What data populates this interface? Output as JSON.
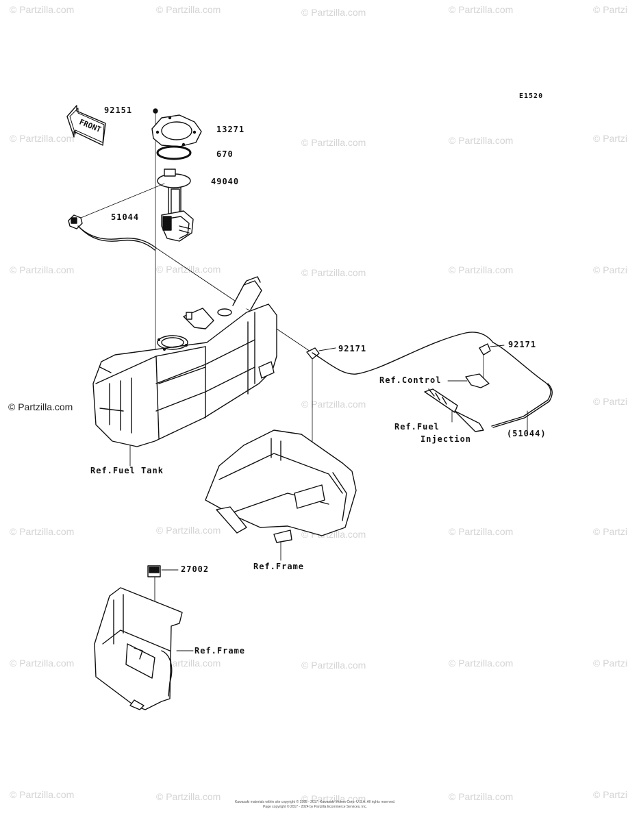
{
  "diagram_code": "E1520",
  "front_label": "FRONT",
  "parts": {
    "p92151": "92151",
    "p13271": "13271",
    "p670": "670",
    "p49040": "49040",
    "p51044": "51044",
    "p92171a": "92171",
    "p92171b": "92171",
    "p51044ref": "(51044)",
    "p27002": "27002"
  },
  "refs": {
    "control": "Ref.Control",
    "fuel_injection_1": "Ref.Fuel",
    "fuel_injection_2": "Injection",
    "fuel_tank": "Ref.Fuel Tank",
    "frame_mid": "Ref.Frame",
    "frame_low": "Ref.Frame"
  },
  "watermark": {
    "text": "© Partzilla.com",
    "main": "© Partzilla.com"
  },
  "copyright_1": "Kawasaki materials within site copyright © 1995 - 2017, Kawasaki Motors Corp. U.S.A. All rights reserved.",
  "copyright_2": "Page copyright © 2017 - 2024 by Partzilla Ecommerce Services, Inc."
}
